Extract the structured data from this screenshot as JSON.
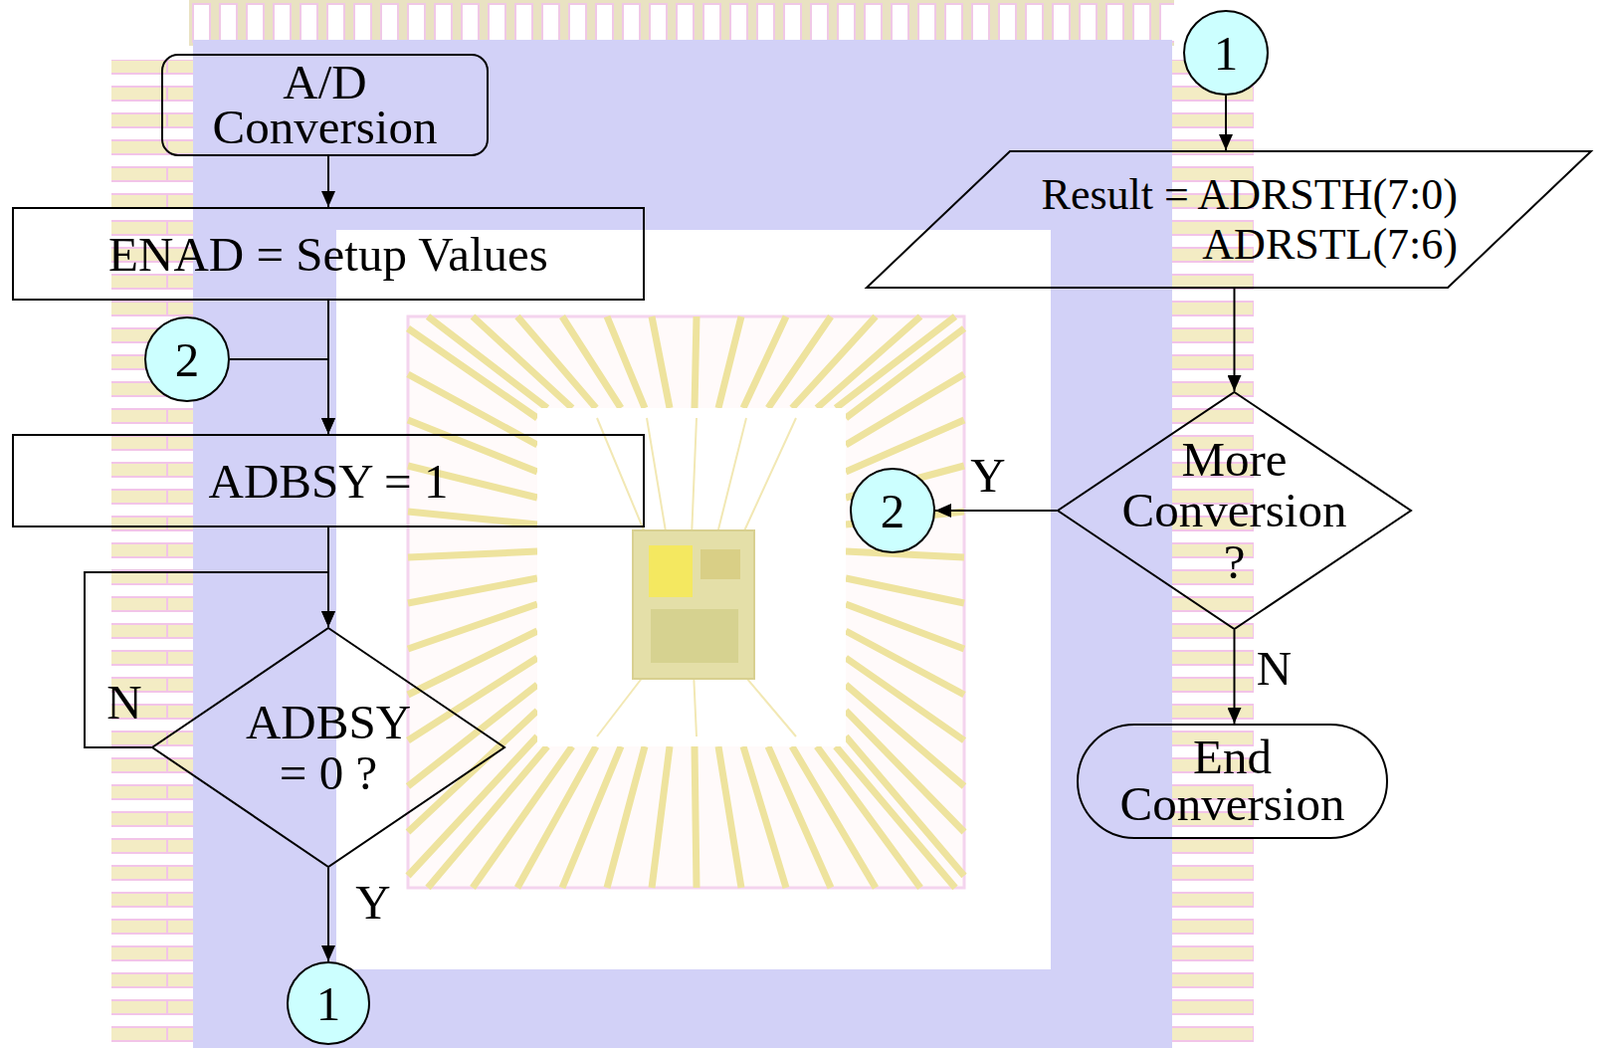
{
  "diagram": {
    "nodes": [
      {
        "text": [
          "A/D Conversion"
        ]
      },
      {
        "text": [
          "ENAD = Setup Values"
        ]
      },
      {
        "text": [
          "2"
        ]
      },
      {
        "text": [
          "ADBSY = 1"
        ]
      },
      {
        "text": [
          "ADBSY = 0 ?"
        ]
      },
      {
        "text": [
          "1"
        ]
      },
      {
        "text": [
          "1"
        ]
      },
      {
        "text": [
          "Result = ADRSTH(7:0) ADRSTL(7:6)"
        ]
      },
      {
        "text": [
          "More Conversion ?"
        ]
      },
      {
        "text": [
          "2"
        ]
      },
      {
        "text": [
          "End Conversion"
        ]
      }
    ],
    "edges": [
      {
        "from": 0,
        "to": 1,
        "arrow": "to"
      },
      {
        "from": 1,
        "to": 3,
        "arrow": "to"
      },
      {
        "from": 2,
        "to": 3,
        "arrow": "to"
      },
      {
        "from": 3,
        "to": 4,
        "arrow": "to"
      },
      {
        "from": 4,
        "to": 4,
        "label": "N",
        "arrow": "to"
      },
      {
        "from": 4,
        "to": 5,
        "label": "Y",
        "arrow": "to"
      },
      {
        "from": 6,
        "to": 7,
        "arrow": "to"
      },
      {
        "from": 7,
        "to": 8,
        "arrow": "to"
      },
      {
        "from": 8,
        "to": 9,
        "label": "Y",
        "arrow": "to"
      },
      {
        "from": 8,
        "to": 10,
        "label": "N",
        "arrow": "to"
      }
    ]
  }
}
